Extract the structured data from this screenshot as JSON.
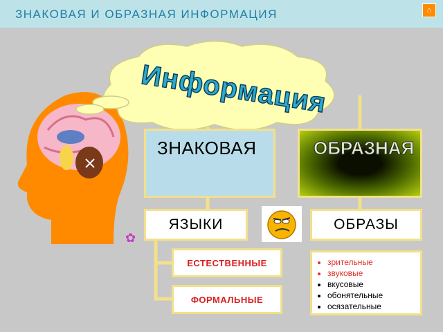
{
  "header": {
    "title": "ЗНАКОВАЯ  И  ОБРАЗНАЯ  ИНФОРМАЦИЯ"
  },
  "cloud": {
    "label": "Информация"
  },
  "sign": {
    "label": "ЗНАКОВАЯ"
  },
  "image": {
    "label": "ОБРАЗНАЯ"
  },
  "languages": {
    "label": "ЯЗЫКИ"
  },
  "images": {
    "label": "ОБРАЗЫ"
  },
  "natural": {
    "label": "ЕСТЕСТВЕННЫЕ"
  },
  "formal": {
    "label": "ФОРМАЛЬНЫЕ"
  },
  "image_types": [
    {
      "label": "зрительные",
      "color": "#e0302a"
    },
    {
      "label": "звуковые",
      "color": "#e0302a"
    },
    {
      "label": "вкусовые",
      "color": "#000000"
    },
    {
      "label": "обонятельные",
      "color": "#000000"
    },
    {
      "label": "осязательные",
      "color": "#000000"
    }
  ],
  "colors": {
    "connector": "#f3e08a",
    "header_text": "#1f7fa6",
    "head": "#ff8a00",
    "accent": "#d72020"
  }
}
